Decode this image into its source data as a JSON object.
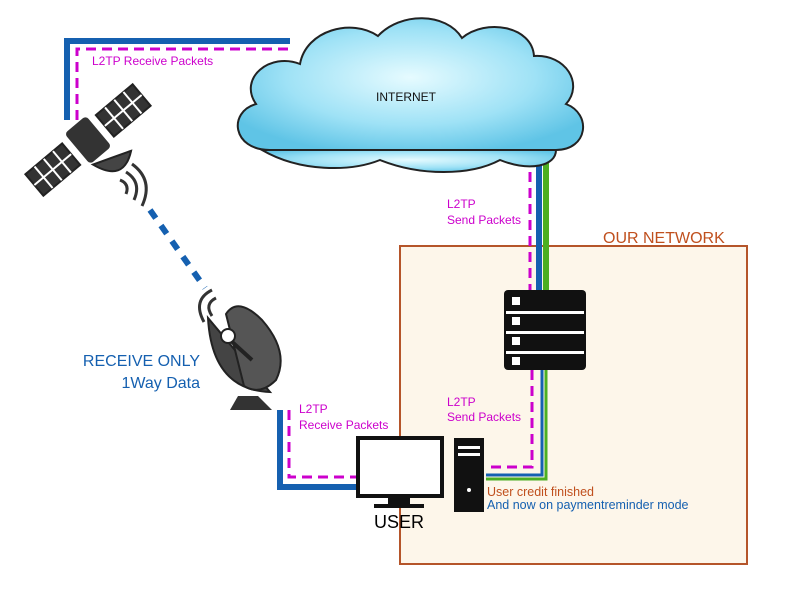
{
  "labels": {
    "internet": "INTERNET",
    "our_network": "OUR NETWORK",
    "l2tp_receive_top": "L2TP Receive Packets",
    "l2tp_send_top_line1": "L2TP",
    "l2tp_send_top_line2": "Send Packets",
    "l2tp_send_bottom_line1": "L2TP",
    "l2tp_send_bottom_line2": "Send Packets",
    "l2tp_receive_bottom_line1": "L2TP",
    "l2tp_receive_bottom_line2": "Receive Packets",
    "receive_only_line1": "RECEIVE ONLY",
    "receive_only_line2": "1Way Data",
    "user": "USER",
    "status_line1": "User credit finished",
    "status_line2": "And now on paymentreminder mode"
  },
  "colors": {
    "blue_link": "#1560b0",
    "green_link": "#4caf22",
    "magenta_tunnel": "#cc00cc",
    "network_border": "#b5552a",
    "network_fill": "#fdf6ea",
    "cloud_fill": "#8fdcf4",
    "icon_dark": "#222222"
  },
  "icons": [
    "satellite-icon",
    "dish-antenna-icon",
    "cloud-icon",
    "server-rack-icon",
    "monitor-icon",
    "pc-tower-icon"
  ]
}
